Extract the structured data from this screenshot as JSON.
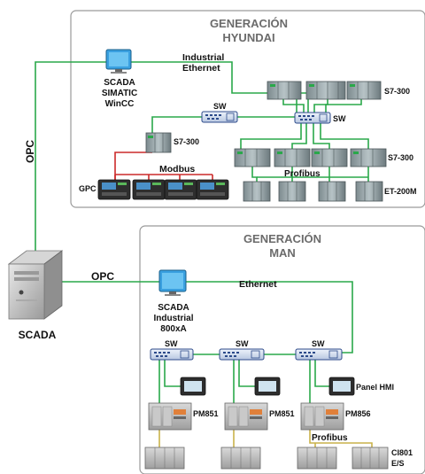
{
  "sections": {
    "hyundai": {
      "title_line1": "GENERACIÓN",
      "title_line2": "HYUNDAI"
    },
    "man": {
      "title_line1": "GENERACIÓN",
      "title_line2": "MAN"
    }
  },
  "labels": {
    "industrial_ethernet_1": "Industrial",
    "industrial_ethernet_2": "Ethernet",
    "scada_simatic_1": "SCADA",
    "scada_simatic_2": "SIMATIC",
    "scada_simatic_3": "WinCC",
    "sw": "SW",
    "s7_300": "S7-300",
    "modbus": "Modbus",
    "gpc": "GPC",
    "profibus": "Profibus",
    "et_200m": "ET-200M",
    "opc": "OPC",
    "scada_server": "SCADA",
    "ethernet": "Ethernet",
    "scada_industrial_1": "SCADA",
    "scada_industrial_2": "Industrial",
    "scada_industrial_3": "800xA",
    "panel_hmi": "Panel HMI",
    "pm851": "PM851",
    "pm856": "PM856",
    "ci801_1": "CI801",
    "ci801_2": "E/S"
  },
  "colors": {
    "ethernet": "#2aa84a",
    "modbus": "#cc2a2a",
    "profibus": "#c9b24a",
    "box_border": "#9a9a9a",
    "title": "#6b6b6b"
  }
}
